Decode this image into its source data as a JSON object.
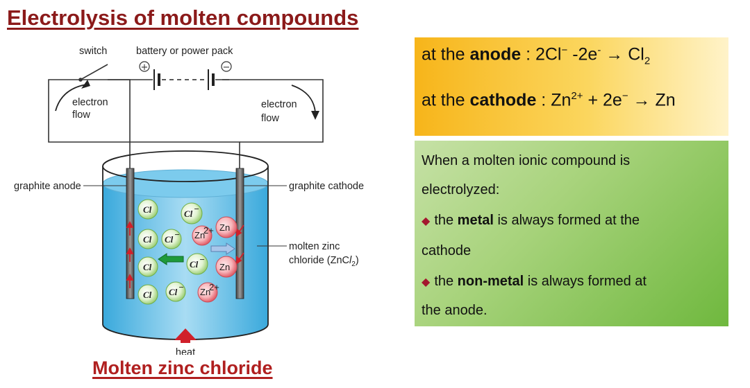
{
  "title": "Electrolysis of molten compounds",
  "caption": "Molten zinc chloride",
  "diagram": {
    "labels": {
      "switch": "switch",
      "battery": "battery or power pack",
      "plus": "+",
      "minus": "−",
      "electron": "electron",
      "flow": "flow",
      "graphite_anode": "graphite anode",
      "graphite_cathode": "graphite cathode",
      "molten_zinc": "molten zinc",
      "chloride_formula_prefix": "chloride (ZnC",
      "chloride_formula_l": "l",
      "chloride_formula_sub": "2",
      "chloride_formula_end": ")",
      "heat": "heat"
    },
    "ions": {
      "cl_atom": "Cl",
      "cl_ion": "Cl",
      "cl_charge": "−",
      "zn_atom": "Zn",
      "zn_ion": "Zn",
      "zn_charge": "2+"
    }
  },
  "equations": {
    "anode_prefix": "at the ",
    "anode_word": "anode",
    "anode_colon": " :  ",
    "anode_reactant": "2Cl",
    "anode_reactant_sup": "−",
    "anode_middle": " -2e",
    "anode_middle_sup": "-",
    "anode_arrow": " → ",
    "anode_product": "Cl",
    "anode_product_sub": "2",
    "cathode_prefix": "at the ",
    "cathode_word": "cathode",
    "cathode_colon": " : ",
    "cathode_reactant": "Zn",
    "cathode_reactant_sup": "2+",
    "cathode_middle": " + 2e",
    "cathode_middle_sup": "−",
    "cathode_arrow": " → ",
    "cathode_product": "Zn"
  },
  "summary": {
    "line1": "When a molten ionic compound is",
    "line2": "electrolyzed:",
    "bullet": "◆",
    "b1_pre": "the ",
    "b1_bold": "metal",
    "b1_post": " is always formed at the",
    "line4": "cathode",
    "b2_pre": "the ",
    "b2_bold": "non-metal",
    "b2_post": " is always formed at",
    "line6": "the anode."
  },
  "colors": {
    "title": "#8b1a1a",
    "caption": "#b01f1f",
    "equation_box": "#f7b51a",
    "summary_box": "#8cc55a",
    "cl_ion_fill": "#d8f0c4",
    "zn_ion_fill": "#f4a6ac",
    "liquid": "#5bbde6"
  }
}
